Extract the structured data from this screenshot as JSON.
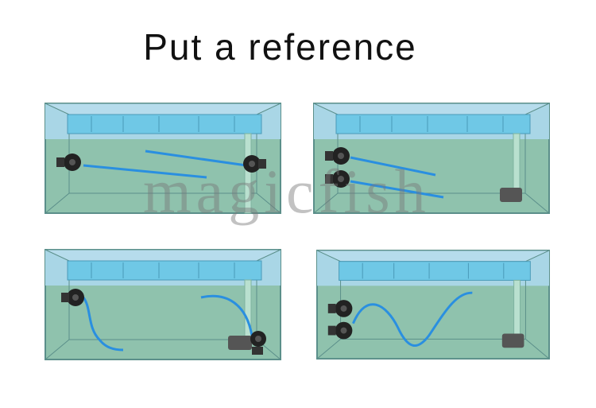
{
  "title": "Put a reference",
  "watermark": "magicfish",
  "colors": {
    "water": "#8fc2ad",
    "air": "#a9d6e6",
    "glass_edge": "#5b8f8a",
    "light_bar": "#6fc8e6",
    "flow_line": "#2a8fe0",
    "pump": "#222222",
    "controller": "#555555"
  },
  "panels": [
    {
      "id": "top-left",
      "pumps": 2,
      "flow": "two straight diagonal streams"
    },
    {
      "id": "top-right",
      "pumps": 2,
      "flow": "two parallel diagonal streams"
    },
    {
      "id": "bottom-left",
      "pumps": 2,
      "flow": "curved streams"
    },
    {
      "id": "bottom-right",
      "pumps": 2,
      "flow": "wave stream"
    }
  ]
}
